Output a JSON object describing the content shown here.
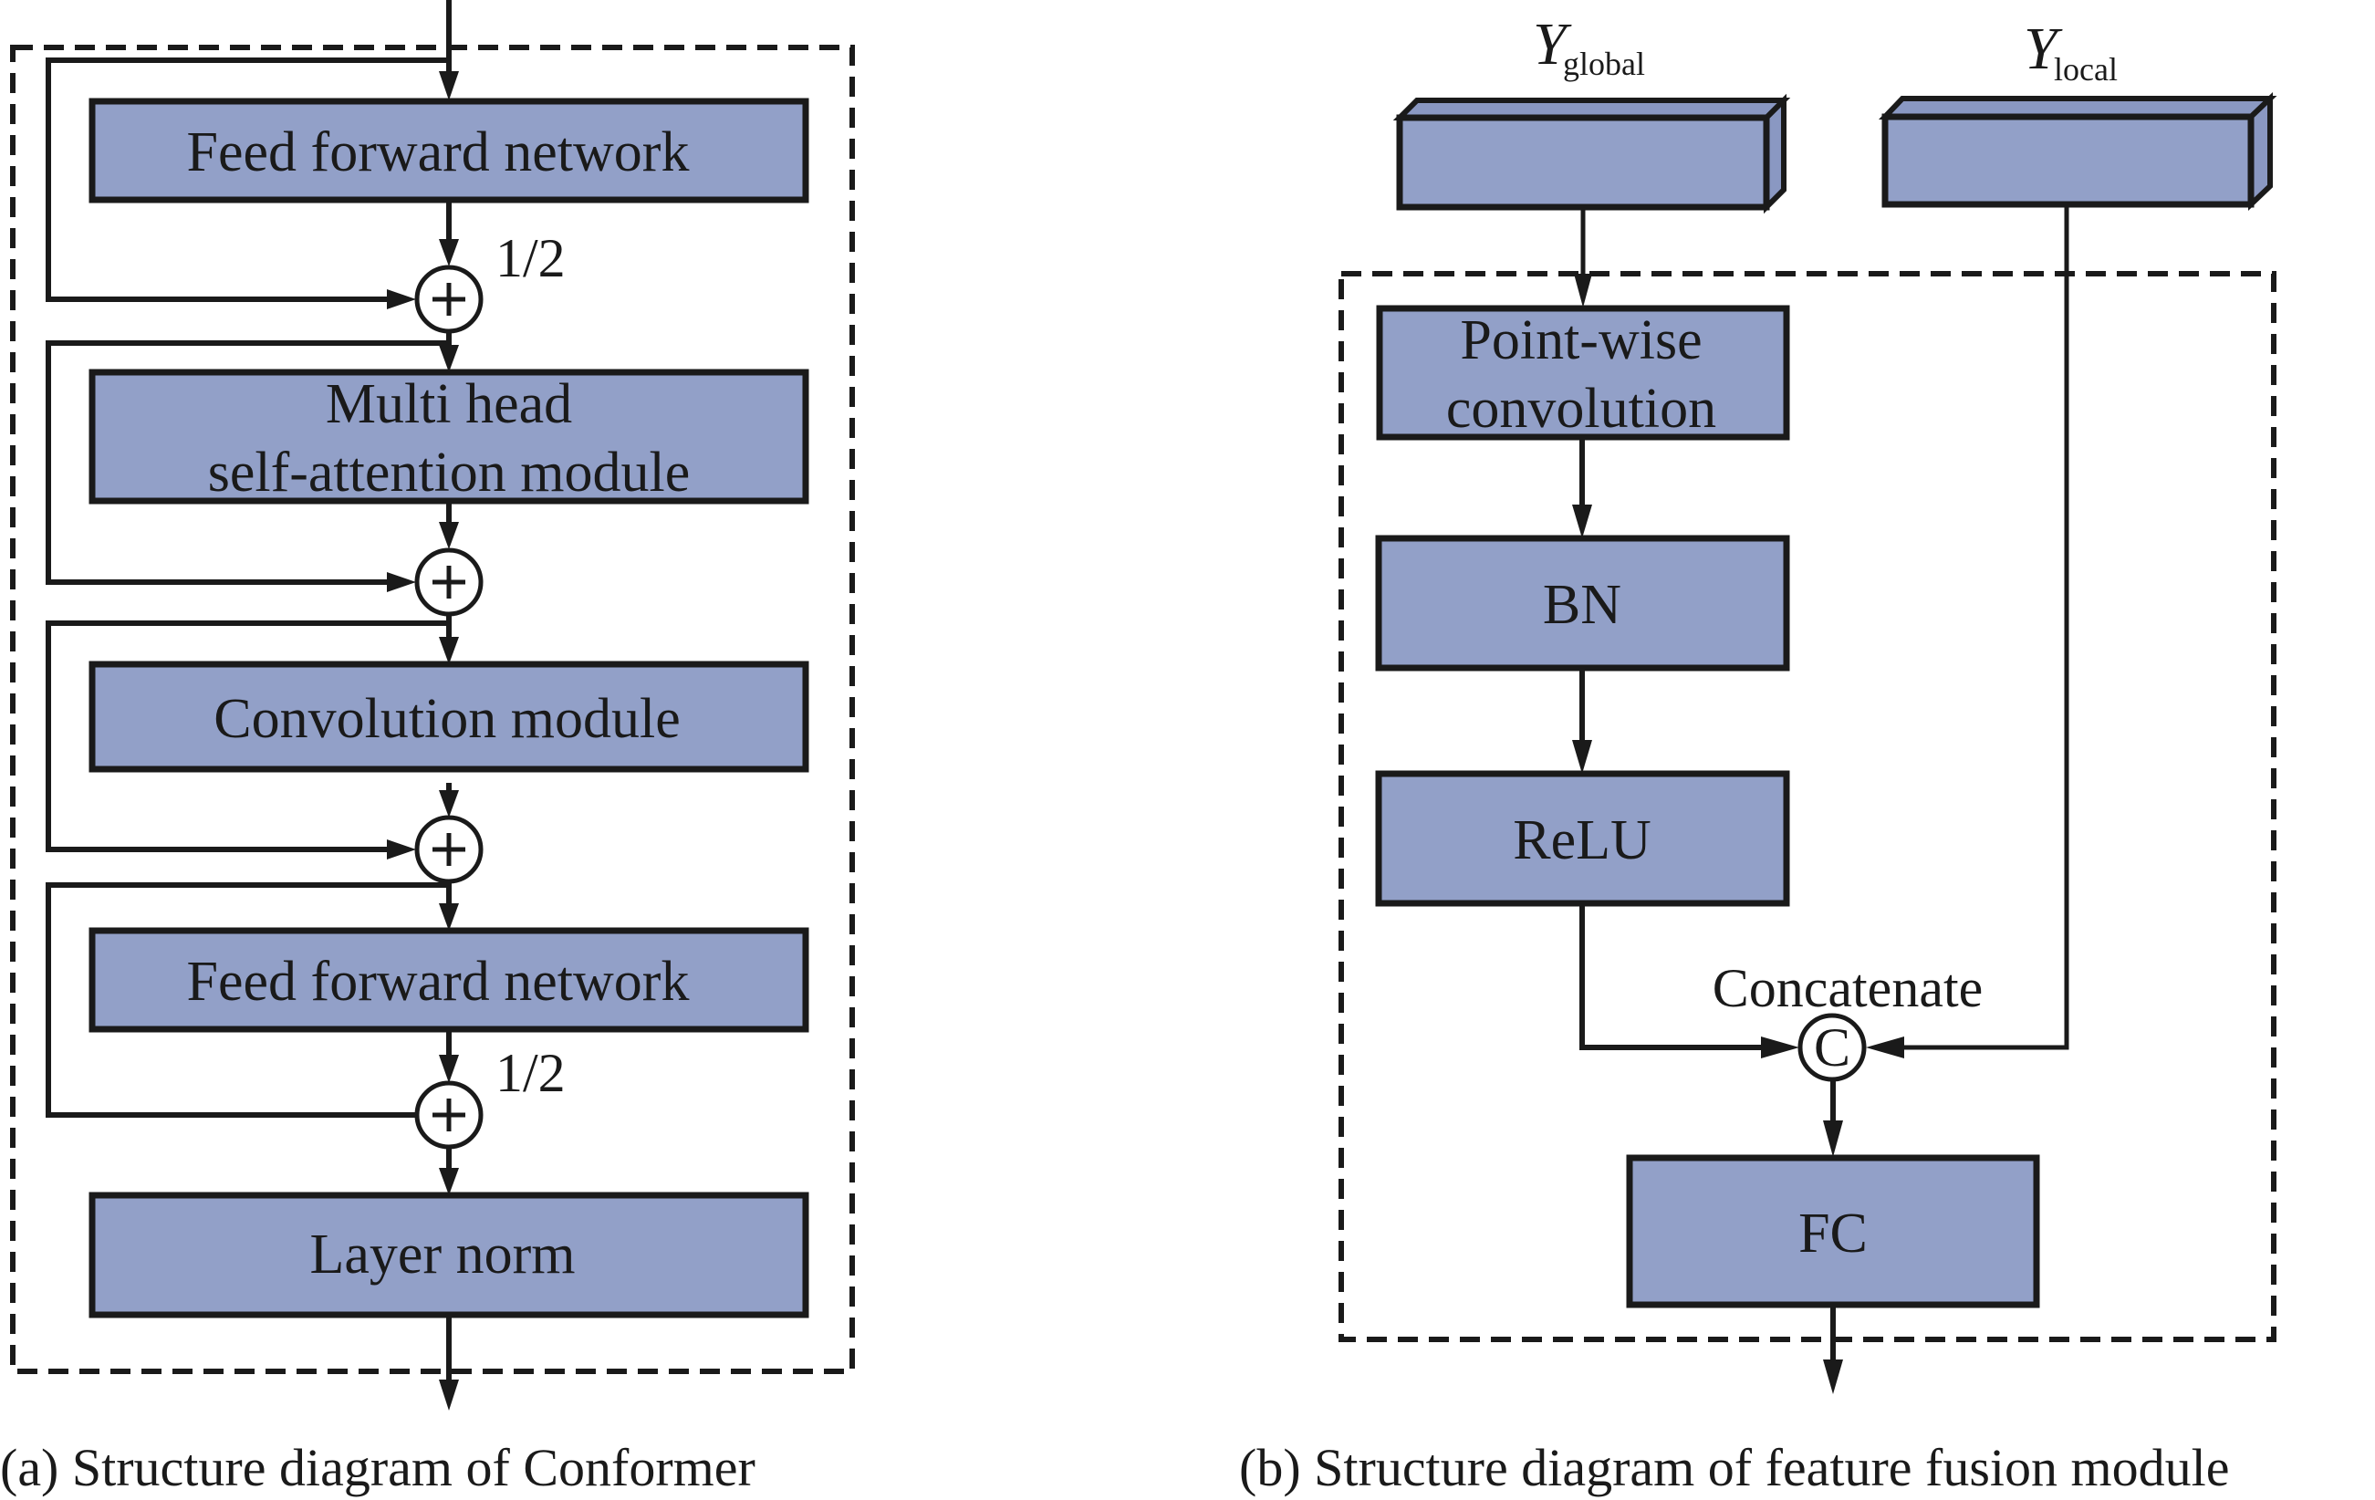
{
  "figure": {
    "panel_a": {
      "caption": "(a) Structure diagram of Conformer",
      "blocks": [
        {
          "id": "ffn1",
          "lines": [
            "Feed forward network"
          ]
        },
        {
          "id": "mhsa",
          "lines": [
            "Multi head",
            "self-attention module"
          ]
        },
        {
          "id": "conv",
          "lines": [
            "Convolution module"
          ]
        },
        {
          "id": "ffn2",
          "lines": [
            "Feed forward network"
          ]
        },
        {
          "id": "layernorm",
          "lines": [
            "Layer norm"
          ]
        }
      ],
      "residual_nodes": [
        {
          "id": "add1",
          "symbol": "+",
          "scale_label": "1/2"
        },
        {
          "id": "add2",
          "symbol": "+",
          "scale_label": ""
        },
        {
          "id": "add3",
          "symbol": "+",
          "scale_label": ""
        },
        {
          "id": "add4",
          "symbol": "+",
          "scale_label": "1/2"
        }
      ]
    },
    "panel_b": {
      "caption": "(b) Structure diagram of feature fusion module",
      "inputs": [
        {
          "id": "global",
          "symbol": "Y",
          "subscript": "global"
        },
        {
          "id": "local",
          "symbol": "Y",
          "subscript": "local"
        }
      ],
      "blocks": [
        {
          "id": "pointwise",
          "lines": [
            "Point-wise",
            "convolution"
          ]
        },
        {
          "id": "bn",
          "lines": [
            "BN"
          ]
        },
        {
          "id": "relu",
          "lines": [
            "ReLU"
          ]
        },
        {
          "id": "fc",
          "lines": [
            "FC"
          ]
        }
      ],
      "concat_node": {
        "symbol": "C",
        "label": "Concatenate"
      }
    },
    "colors": {
      "block_fill": "#92a0c8",
      "stroke": "#1a1a1a",
      "background": "#ffffff"
    }
  }
}
